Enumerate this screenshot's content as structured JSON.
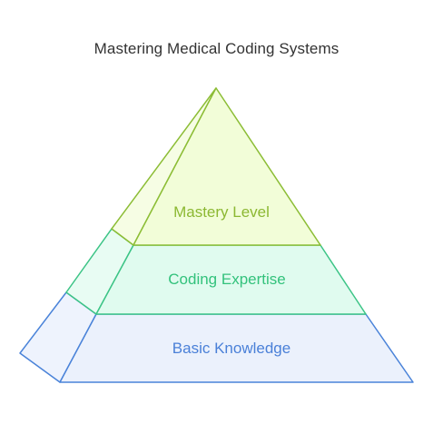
{
  "title": "Mastering Medical Coding Systems",
  "levels": [
    {
      "label": "Mastery Level",
      "stroke": "#8cbd35",
      "fill": "#f2fdd8",
      "side_fill": "#f6fde4",
      "text_color": "#8cb832"
    },
    {
      "label": "Coding Expertise",
      "stroke": "#3cc486",
      "fill": "#e0fbef",
      "side_fill": "#e8fcf3",
      "text_color": "#33c27c"
    },
    {
      "label": "Basic Knowledge",
      "stroke": "#4a83d9",
      "fill": "#ebf1fc",
      "side_fill": "#eef3fd",
      "text_color": "#4a80d8"
    }
  ]
}
